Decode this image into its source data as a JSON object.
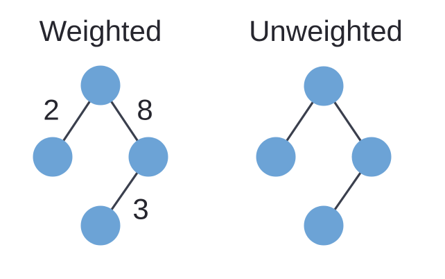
{
  "diagram": {
    "background": "#ffffff",
    "colors": {
      "node_fill": "#6ca3d6",
      "edge_stroke": "#3a3f4d",
      "label_text": "#26262e"
    },
    "trees": [
      {
        "title": "Weighted",
        "node_count": 4,
        "edges": [
          {
            "from": "root",
            "to": "left-child",
            "label": "2"
          },
          {
            "from": "root",
            "to": "right-child",
            "label": "8"
          },
          {
            "from": "right-child",
            "to": "right-left-grandchild",
            "label": "3"
          }
        ]
      },
      {
        "title": "Unweighted",
        "node_count": 4,
        "edges": [
          {
            "from": "root",
            "to": "left-child",
            "label": ""
          },
          {
            "from": "root",
            "to": "right-child",
            "label": ""
          },
          {
            "from": "right-child",
            "to": "right-left-grandchild",
            "label": ""
          }
        ]
      }
    ]
  }
}
